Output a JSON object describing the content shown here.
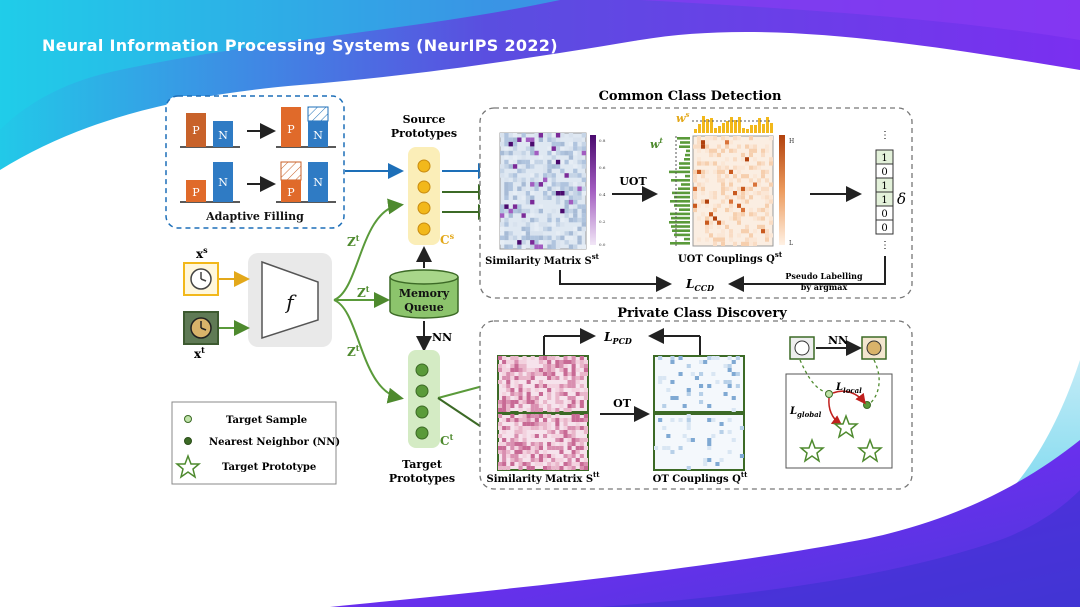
{
  "banner": {
    "title": "Neural Information Processing Systems (NeurIPS 2022)"
  },
  "colors": {
    "accent_blue": "#1d6fb8",
    "accent_green": "#5a9a3a",
    "orange": "#c8622a",
    "purple": "#6a1b9a",
    "node_yellow": "#f2b81b"
  },
  "adaptive_filling": {
    "label": "Adaptive Filling",
    "bars": {
      "p": "P",
      "n": "N"
    }
  },
  "encoder": {
    "f": "f",
    "xs": "x",
    "xs_sup": "s",
    "xt": "x",
    "xt_sup": "t"
  },
  "source_prototypes": {
    "title_line1": "Source",
    "title_line2": "Prototypes",
    "c_label": "C",
    "c_sup": "s"
  },
  "target_prototypes": {
    "title_line1": "Target",
    "title_line2": "Prototypes",
    "c_label": "C",
    "c_sup": "t"
  },
  "memory_queue": {
    "line1": "Memory",
    "line2": "Queue",
    "nn": "NN"
  },
  "z_labels": {
    "z": "Z",
    "sup": "t"
  },
  "ccd": {
    "title": "Common Class Detection",
    "sim_label": "Similarity Matrix S",
    "sim_sup": "st",
    "uot": "UOT",
    "uot_label": "UOT Couplings Q",
    "uot_sup": "st",
    "ws": "w",
    "ws_sup": "s",
    "wt": "w",
    "wt_sup": "t",
    "colorbar_high": "H",
    "colorbar_low": "L",
    "delta": "δ",
    "delta_bits": [
      "1",
      "0",
      "1",
      "1",
      "0",
      "0"
    ],
    "loss": "L",
    "loss_sub": "CCD",
    "pseudo_line1": "Pseudo Labelling",
    "pseudo_line2": "by argmax",
    "colorbar_ticks": [
      "0.8",
      "0.6",
      "0.4",
      "0.2",
      "0.0"
    ]
  },
  "pcd": {
    "title": "Private Class Discovery",
    "loss": "L",
    "loss_sub": "PCD",
    "sim_label": "Similarity Matrix S",
    "sim_sup": "tt",
    "ot": "OT",
    "ot_label": "OT Couplings Q",
    "ot_sup": "tt",
    "nn": "NN",
    "local": "L",
    "local_sub": "local",
    "global": "L",
    "global_sub": "global"
  },
  "legend": {
    "items": [
      "Target Sample",
      "Nearest Neighbor (NN)",
      "Target Prototype"
    ]
  }
}
